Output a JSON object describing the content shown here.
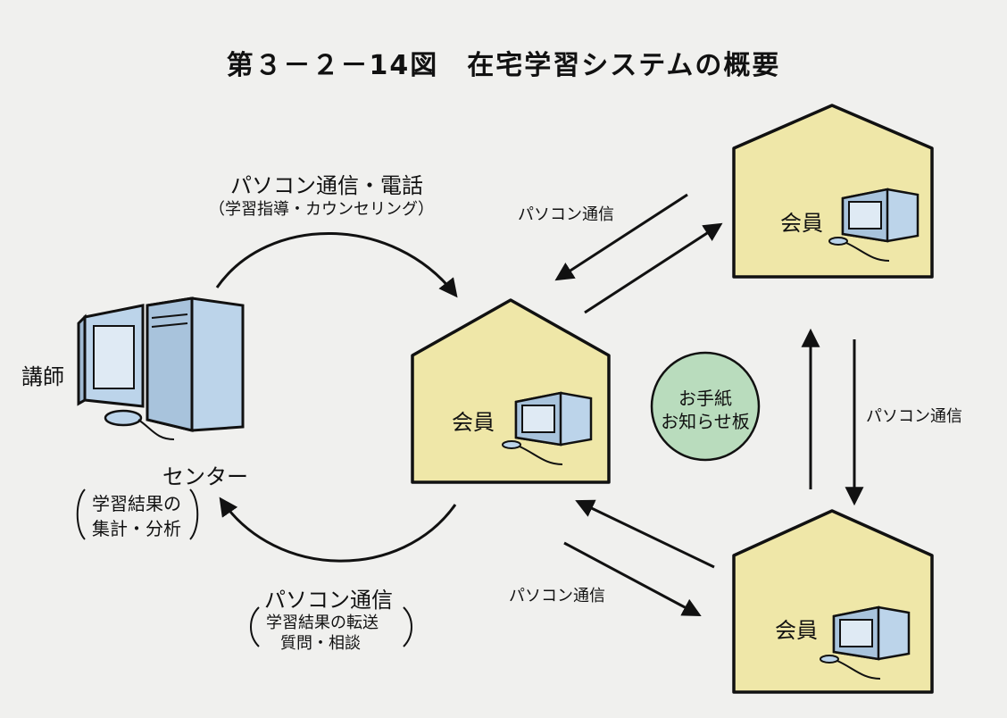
{
  "title": "第３－２－14図　在宅学習システムの概要",
  "labels": {
    "teacher": "講師",
    "center": "センター",
    "center_task_1": "学習結果の",
    "center_task_2": "集計・分析",
    "top_comm_title": "パソコン通信・電話",
    "top_comm_sub": "（学習指導・カウンセリング）",
    "bottom_comm_title": "パソコン通信",
    "bottom_comm_sub_1": "学習結果の転送",
    "bottom_comm_sub_2": "質問・相談",
    "pc_comm_upper": "パソコン通信",
    "pc_comm_right": "パソコン通信",
    "pc_comm_lower": "パソコン通信",
    "bbs_1": "お手紙",
    "bbs_2": "お知らせ板",
    "member": "会員"
  },
  "colors": {
    "house_fill": "#efe7a8",
    "bbs_fill": "#b9dcbd",
    "monitor_fill": "#bcd4ea",
    "stroke": "#111111"
  },
  "icons": [
    "computer-tower-icon",
    "monitor-icon",
    "house-icon",
    "arrow-icon"
  ]
}
